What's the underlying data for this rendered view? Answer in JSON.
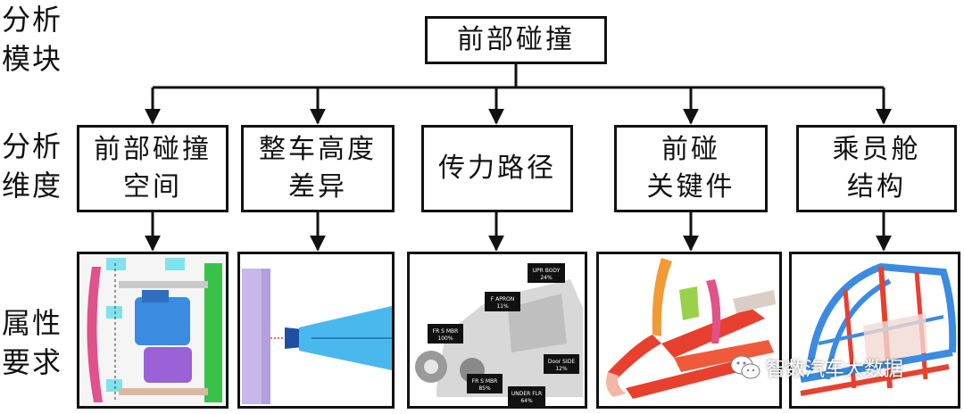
{
  "row_labels": {
    "module": [
      "分析",
      "模块"
    ],
    "dimension": [
      "分析",
      "维度"
    ],
    "requirement": [
      "属性",
      "要求"
    ]
  },
  "root": {
    "label": "前部碰撞"
  },
  "dimensions": [
    {
      "lines": [
        "前部碰撞",
        "空间"
      ]
    },
    {
      "lines": [
        "整车高度",
        "差异"
      ]
    },
    {
      "lines": [
        "传力路径"
      ]
    },
    {
      "lines": [
        "前碰",
        "关键件"
      ]
    },
    {
      "lines": [
        "乘员舱",
        "结构"
      ]
    }
  ],
  "load_path_labels": {
    "upr_body": "UPR BODY",
    "upr_body_pct": "24%",
    "f_apron": "F APRON",
    "f_apron_pct": "11%",
    "fr_s_mbr": "FR S MBR",
    "fr_s_mbr_pct": "100%",
    "fr_s_mbr2": "FR S MBR",
    "fr_s_mbr2_pct": "85%",
    "door_side": "Door SIDE",
    "door_side_pct": "12%",
    "under_flr": "UNDER FLR",
    "under_flr_pct": "64%"
  },
  "watermark": "智数汽车大数据",
  "colors": {
    "line": "#111111",
    "cyan": "#7fe3ee",
    "magenta": "#e0528a",
    "green": "#39c24a",
    "blue": "#3b8be0",
    "purple": "#9a62d6",
    "red": "#e8402f",
    "orange": "#f29a35"
  }
}
